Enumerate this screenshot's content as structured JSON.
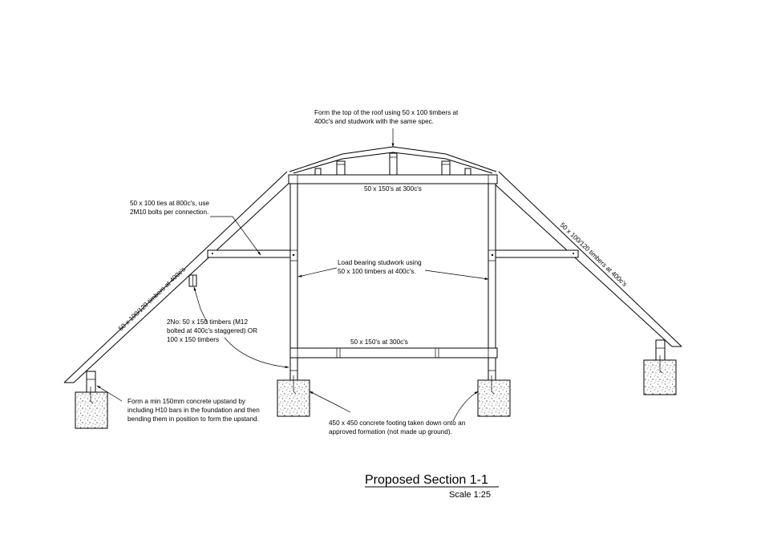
{
  "notes": {
    "roof_top": [
      "Form the top of the roof using 50 x 100 timbers at",
      "400c's and studwork with the same spec."
    ],
    "ties": [
      "50 x 100 ties at 800c's, use",
      "2M10 bolts per connection."
    ],
    "top_joists": "50 x 150's at 300c's",
    "studwork": [
      "Load bearing studwork using",
      "50 x 100 timbers at 400c's."
    ],
    "rafter_left": "50 x 100/120 timbers at 400c's",
    "rafter_right": "50 x 100/120 timbers at 400c's",
    "posts": [
      "2No: 50 x 150 timbers (M12",
      "bolted at 400c's staggered) OR",
      "100 x 150 timbers"
    ],
    "bottom_joists": "50 x 150's at 300c's",
    "upstand": [
      "Form a min 150mm concrete upstand by",
      "including H10 bars in the foundation and then",
      "bending them in position to form the upstand."
    ],
    "footing": [
      "450 x 450 concrete footing taken down onto an",
      "approved formation (not made up ground)."
    ]
  },
  "title": "Proposed Section 1-1",
  "scale": "Scale 1:25"
}
